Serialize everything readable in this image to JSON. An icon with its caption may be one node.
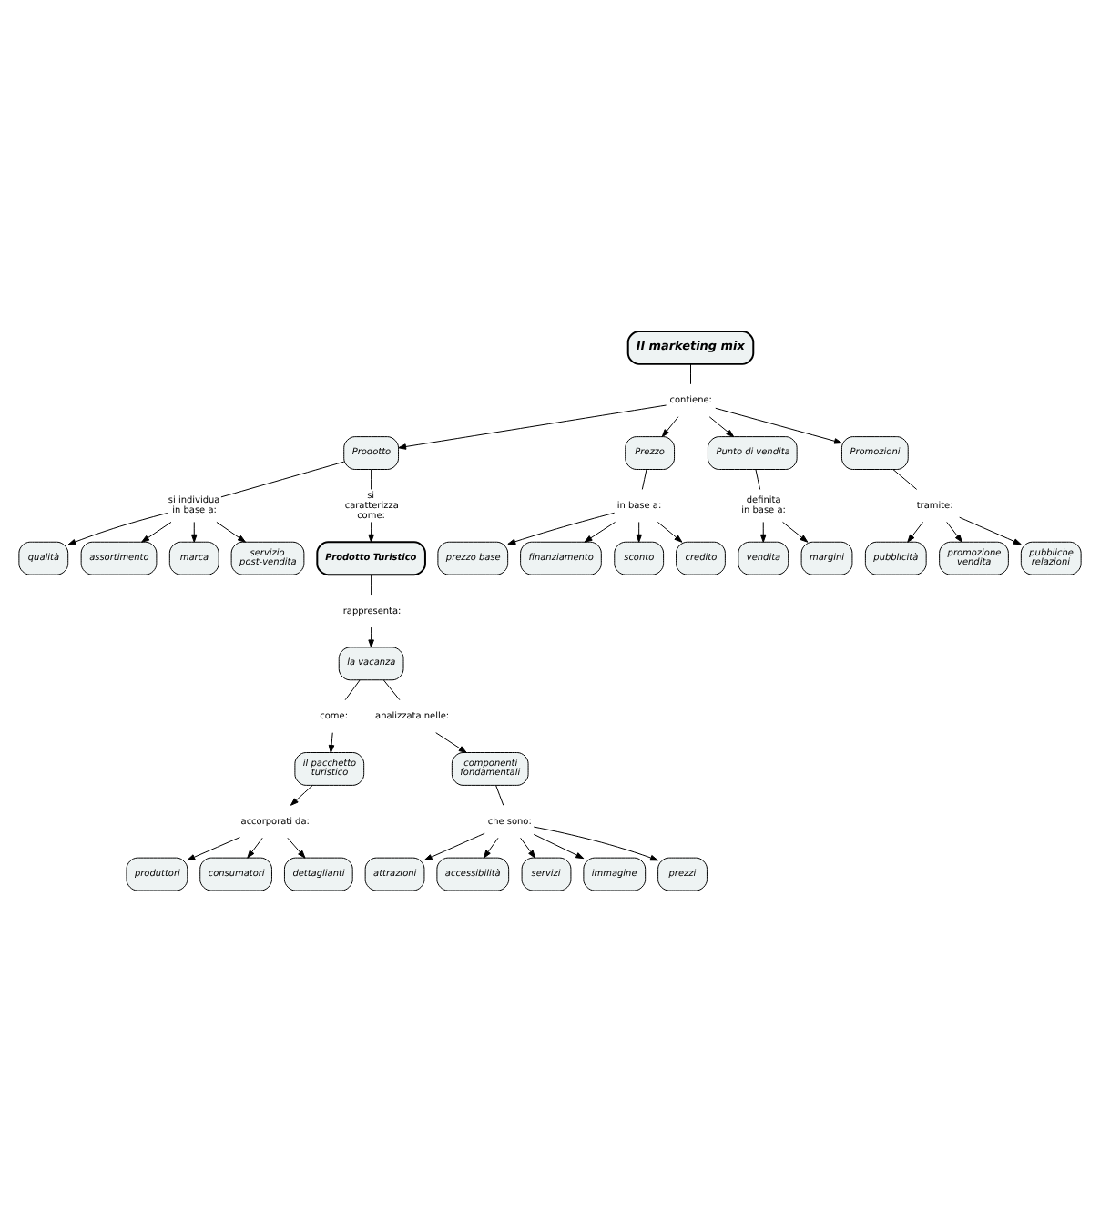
{
  "diagram": {
    "nodes": [
      {
        "text": [
          "Il marketing mix"
        ]
      },
      {
        "text": [
          "contiene:"
        ]
      },
      {
        "text": [
          "Prodotto"
        ]
      },
      {
        "text": [
          "Prezzo"
        ]
      },
      {
        "text": [
          "Punto di vendita"
        ]
      },
      {
        "text": [
          "Promozioni"
        ]
      },
      {
        "text": [
          "si individua in base a:"
        ]
      },
      {
        "text": [
          "qualità"
        ]
      },
      {
        "text": [
          "assortimento"
        ]
      },
      {
        "text": [
          "marca"
        ]
      },
      {
        "text": [
          "servizio post-vendita"
        ]
      },
      {
        "text": [
          "in base a:"
        ]
      },
      {
        "text": [
          "prezzo base"
        ]
      },
      {
        "text": [
          "finanziamento"
        ]
      },
      {
        "text": [
          "sconto"
        ]
      },
      {
        "text": [
          "credito"
        ]
      },
      {
        "text": [
          "definita in base a:"
        ]
      },
      {
        "text": [
          "vendita"
        ]
      },
      {
        "text": [
          "margini"
        ]
      },
      {
        "text": [
          "tramite:"
        ]
      },
      {
        "text": [
          "pubblicità"
        ]
      },
      {
        "text": [
          "promozione vendita"
        ]
      },
      {
        "text": [
          "pubbliche relazioni"
        ]
      },
      {
        "text": [
          "si caratterizza come:"
        ]
      },
      {
        "text": [
          "Prodotto Turistico"
        ]
      },
      {
        "text": [
          "rappresenta:"
        ]
      },
      {
        "text": [
          "la vacanza"
        ]
      },
      {
        "text": [
          "come:"
        ]
      },
      {
        "text": [
          "il pacchetto turistico"
        ]
      },
      {
        "text": [
          "accorporati da:"
        ]
      },
      {
        "text": [
          "produttori"
        ]
      },
      {
        "text": [
          "consumatori"
        ]
      },
      {
        "text": [
          "dettaglianti"
        ]
      },
      {
        "text": [
          "analizzata nelle:"
        ]
      },
      {
        "text": [
          "componenti fondamentali"
        ]
      },
      {
        "text": [
          "che sono:"
        ]
      },
      {
        "text": [
          "attrazioni"
        ]
      },
      {
        "text": [
          "accessibilità"
        ]
      },
      {
        "text": [
          "servizi"
        ]
      },
      {
        "text": [
          "immagine"
        ]
      },
      {
        "text": [
          "prezzi"
        ]
      }
    ],
    "edges": [
      {
        "from": 0,
        "to": 1,
        "arrow": "none"
      },
      {
        "from": 1,
        "to": 2,
        "arrow": "to"
      },
      {
        "from": 1,
        "to": 3,
        "arrow": "to"
      },
      {
        "from": 1,
        "to": 4,
        "arrow": "to"
      },
      {
        "from": 1,
        "to": 5,
        "arrow": "to"
      },
      {
        "from": 2,
        "to": 6,
        "arrow": "none"
      },
      {
        "from": 6,
        "to": 7,
        "arrow": "to"
      },
      {
        "from": 6,
        "to": 8,
        "arrow": "to"
      },
      {
        "from": 6,
        "to": 9,
        "arrow": "to"
      },
      {
        "from": 6,
        "to": 10,
        "arrow": "to"
      },
      {
        "from": 3,
        "to": 11,
        "arrow": "none"
      },
      {
        "from": 11,
        "to": 12,
        "arrow": "to"
      },
      {
        "from": 11,
        "to": 13,
        "arrow": "to"
      },
      {
        "from": 11,
        "to": 14,
        "arrow": "to"
      },
      {
        "from": 11,
        "to": 15,
        "arrow": "to"
      },
      {
        "from": 4,
        "to": 16,
        "arrow": "none"
      },
      {
        "from": 16,
        "to": 17,
        "arrow": "to"
      },
      {
        "from": 16,
        "to": 18,
        "arrow": "to"
      },
      {
        "from": 5,
        "to": 19,
        "arrow": "none"
      },
      {
        "from": 19,
        "to": 20,
        "arrow": "to"
      },
      {
        "from": 19,
        "to": 21,
        "arrow": "to"
      },
      {
        "from": 19,
        "to": 22,
        "arrow": "to"
      },
      {
        "from": 2,
        "to": 23,
        "arrow": "none"
      },
      {
        "from": 23,
        "to": 24,
        "arrow": "to"
      },
      {
        "from": 24,
        "to": 25,
        "arrow": "none"
      },
      {
        "from": 25,
        "to": 26,
        "arrow": "to"
      },
      {
        "from": 26,
        "to": 27,
        "arrow": "none"
      },
      {
        "from": 27,
        "to": 28,
        "arrow": "to"
      },
      {
        "from": 28,
        "to": 29,
        "arrow": "to"
      },
      {
        "from": 29,
        "to": 30,
        "arrow": "to"
      },
      {
        "from": 29,
        "to": 31,
        "arrow": "to"
      },
      {
        "from": 29,
        "to": 32,
        "arrow": "to"
      },
      {
        "from": 26,
        "to": 33,
        "arrow": "none"
      },
      {
        "from": 33,
        "to": 34,
        "arrow": "to"
      },
      {
        "from": 34,
        "to": 35,
        "arrow": "none"
      },
      {
        "from": 35,
        "to": 36,
        "arrow": "to"
      },
      {
        "from": 35,
        "to": 37,
        "arrow": "to"
      },
      {
        "from": 35,
        "to": 38,
        "arrow": "to"
      },
      {
        "from": 35,
        "to": 39,
        "arrow": "to"
      },
      {
        "from": 35,
        "to": 40,
        "arrow": "to"
      }
    ]
  }
}
